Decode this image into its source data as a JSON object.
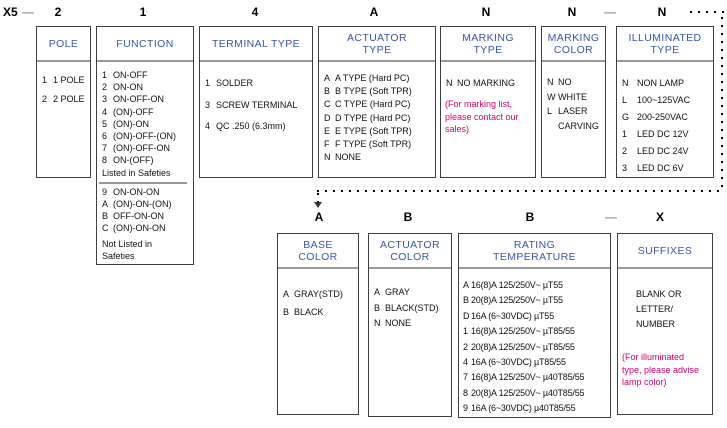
{
  "colors": {
    "header": "#3a56a5",
    "note": "#d4006e",
    "border": "#3f3f3f",
    "dashcolor": "#999999",
    "divider": "#9a9a9a"
  },
  "codes": {
    "prefix": "X5",
    "dash": "—",
    "dots": ". . . .",
    "row1": [
      "2",
      "1",
      "4",
      "A",
      "N",
      "N",
      "N"
    ],
    "row2": [
      "A",
      "B",
      "B",
      "X"
    ]
  },
  "boxes": {
    "pole": {
      "title": "POLE",
      "items": [
        {
          "code": "1",
          "label": "1 POLE"
        },
        {
          "code": "2",
          "label": "2 POLE"
        }
      ]
    },
    "function": {
      "title": "FUNCTION",
      "listed": [
        {
          "code": "1",
          "label": "ON-OFF"
        },
        {
          "code": "2",
          "label": "ON-ON"
        },
        {
          "code": "3",
          "label": "ON-OFF-ON"
        },
        {
          "code": "4",
          "label": "(ON)-OFF"
        },
        {
          "code": "5",
          "label": "(ON)-ON"
        },
        {
          "code": "6",
          "label": "(ON)-OFF-(ON)"
        },
        {
          "code": "7",
          "label": "(ON)-OFF-ON"
        },
        {
          "code": "8",
          "label": "ON-(OFF)"
        }
      ],
      "listed_note": "Listed in Safeties",
      "unlisted": [
        {
          "code": "9",
          "label": "ON-ON-ON"
        },
        {
          "code": "A",
          "label": "(ON)-ON-(ON)"
        },
        {
          "code": "B",
          "label": "OFF-ON-ON"
        },
        {
          "code": "C",
          "label": "(ON)-ON-ON"
        }
      ],
      "unlisted_note": "Not Listed in\nSafeties"
    },
    "terminal": {
      "title": "TERMINAL TYPE",
      "items": [
        {
          "code": "1",
          "label": "SOLDER"
        },
        {
          "code": "3",
          "label": "SCREW TERMINAL"
        },
        {
          "code": "4",
          "label": "QC .250  (6.3mm)"
        }
      ]
    },
    "actuator_type": {
      "title": "ACTUATOR\nTYPE",
      "items": [
        {
          "code": "A",
          "label": "A TYPE (Hard PC)"
        },
        {
          "code": "B",
          "label": "B TYPE (Soft TPR)"
        },
        {
          "code": "C",
          "label": "C TYPE (Hard PC)"
        },
        {
          "code": "D",
          "label": "D TYPE (Hard PC)"
        },
        {
          "code": "E",
          "label": "E TYPE (Soft TPR)"
        },
        {
          "code": "F",
          "label": "F TYPE (Soft TPR)"
        },
        {
          "code": "N",
          "label": "NONE"
        }
      ]
    },
    "marking_type": {
      "title": "MARKING\nTYPE",
      "items": [
        {
          "code": "N",
          "label": "NO MARKING"
        }
      ],
      "note": "(For marking list,\nplease contact our\nsales)"
    },
    "marking_color": {
      "title": "MARKING\nCOLOR",
      "items": [
        {
          "code": "N",
          "label": "NO"
        },
        {
          "code": "W",
          "label": "WHITE"
        },
        {
          "code": "L",
          "label": "LASER\nCARVING"
        }
      ]
    },
    "illuminated": {
      "title": "ILLUMINATED\nTYPE",
      "items": [
        {
          "code": "N",
          "label": "NON LAMP"
        },
        {
          "code": "L",
          "label": "100~125VAC"
        },
        {
          "code": "G",
          "label": "200-250VAC"
        },
        {
          "code": "1",
          "label": "LED  DC  12V"
        },
        {
          "code": "2",
          "label": "LED  DC  24V"
        },
        {
          "code": "3",
          "label": "LED  DC  6V"
        }
      ]
    },
    "base_color": {
      "title": "BASE\nCOLOR",
      "items": [
        {
          "code": "A",
          "label": "GRAY(STD)"
        },
        {
          "code": "B",
          "label": "BLACK"
        }
      ]
    },
    "actuator_color": {
      "title": "ACTUATOR\nCOLOR",
      "items": [
        {
          "code": "A",
          "label": "GRAY"
        },
        {
          "code": "B",
          "label": "BLACK(STD)"
        },
        {
          "code": "N",
          "label": "NONE"
        }
      ]
    },
    "rating": {
      "title": "RATING\nTEMPERATURE",
      "items": [
        {
          "code": "A",
          "label": "16(8)A 125/250V~ µT55"
        },
        {
          "code": "B",
          "label": "20(8)A 125/250V~ µT55"
        },
        {
          "code": "D",
          "label": "16A (6~30VDC) µT55"
        },
        {
          "code": "1",
          "label": "16(8)A 125/250V~ µT85/55"
        },
        {
          "code": "2",
          "label": "20(8)A 125/250V~ µT85/55"
        },
        {
          "code": "4",
          "label": "16A (6~30VDC) µT85/55"
        },
        {
          "code": "7",
          "label": "16(8)A 125/250V~ µ40T85/55"
        },
        {
          "code": "8",
          "label": "20(8)A 125/250V~ µ40T85/55"
        },
        {
          "code": "9",
          "label": "16A (6~30VDC) µ40T85/55"
        }
      ]
    },
    "suffixes": {
      "title": "SUFFIXES",
      "body": "BLANK OR\nLETTER/\nNUMBER",
      "note": "(For illuminated\ntype, please advise\nlamp color)"
    }
  }
}
